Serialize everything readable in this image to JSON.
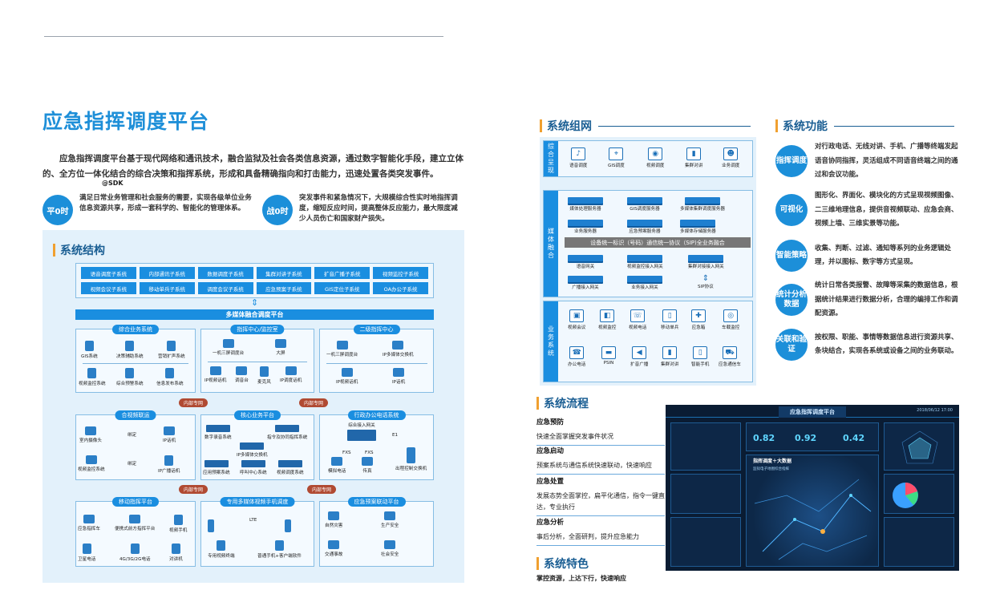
{
  "page": {
    "title": "应急指挥调度平台",
    "intro": "应急指挥调度平台基于现代网络和通讯技术，融合监狱及社会各类信息资源，通过数字智能化手段，建立立体的、全方位一体化结合的综合决策和指挥系统，形成和具备精确指向和打击能力，迅速处置各类突发事件。"
  },
  "modes": [
    {
      "badge": "平0时",
      "text": "满足日常业务管理和社会服务的需要，实现各级单位业务信息资源共享，形成一套科学的、智能化的管理体系。"
    },
    {
      "badge": "战0时",
      "text": "突发事件和紧急情况下，大规模综合性实时地指挥调度，缩短反应时间，提高整体反应能力，最大限度减少人员伤亡和国家财产损失。"
    }
  ],
  "structure": {
    "title": "系统结构",
    "systems": [
      "语音调度子系统",
      "内部通讯子系统",
      "数据调度子系统",
      "集群对讲子系统",
      "扩音广播子系统",
      "视频监控子系统",
      "视频会议子系统",
      "移动单兵子系统",
      "调度会议子系统",
      "应急预案子系统",
      "GIS定位子系统",
      "OA办公子系统"
    ],
    "platform": "多媒体融合调度平台",
    "integrated": {
      "head": "综合业务系统",
      "items": [
        "GIS系统",
        "决策辅助系统",
        "营销扩声系统",
        "视频监控系统",
        "综合预警系统",
        "信息发布系统"
      ]
    },
    "command": {
      "head": "指挥中心/监控室",
      "items": [
        "一机三屏调度台",
        "大屏",
        "IP视频话机",
        "调音台",
        "麦克风",
        "IP调度话机"
      ]
    },
    "secondary": {
      "head": "二级指挥中心",
      "items": [
        "一机三屏调度台",
        "IP多媒体交换机",
        "IP视频话机",
        "IP话机"
      ]
    },
    "net_labels": [
      "内部专网",
      "内部专网",
      "内部专网"
    ],
    "video": {
      "head": "合视频联运",
      "items": [
        "室内摄像头",
        "绑定",
        "IP话机",
        "视频监控系统",
        "绑定",
        "IP广播话机"
      ]
    },
    "core": {
      "head": "核心业务平台",
      "items": [
        "数字录音系统",
        "指令及协同指挥系统",
        "IP多媒体交换机",
        "应用预案系统",
        "呼叫中心系统",
        "视频调度系统"
      ]
    },
    "admin": {
      "head": "行政办公电话系统",
      "items": [
        "综合接入网关",
        "FXS",
        "FXS",
        "E1",
        "模拟电话",
        "传真",
        "出程控制交换机"
      ]
    },
    "mobile": {
      "head": "移动指挥平台",
      "items": [
        "应急指挥车",
        "便携式前方指挥平台",
        "视频手机",
        "卫星电话",
        "4G/3G/2G电话",
        "对讲机"
      ]
    },
    "dedicated": {
      "head": "专用多媒体视频手机调度",
      "items": [
        "LTE",
        "专用视频终端",
        "普通手机+客户端软件"
      ]
    },
    "plan": {
      "head": "应急预案联动平台",
      "items": [
        "自然灾害",
        "生产安全",
        "交通事故",
        "社会安全"
      ]
    }
  },
  "network": {
    "title": "系统组网",
    "sections": {
      "top": "综合呈现",
      "middle": "媒体融合",
      "bottom": "业务系统"
    },
    "present": [
      "语音调度",
      "GIS调度",
      "视频调度",
      "集群对讲",
      "业务调度"
    ],
    "sdk": "@SDK",
    "servers": [
      "媒体处理服务器",
      "GIS调度服务器",
      "多媒体集群调度服务器",
      "业务服务器",
      "应急预案服务器",
      "多媒体存储服务器"
    ],
    "sip": "设备统一标识（号码）通信统一协议（SIP)全业务融合",
    "gateways": [
      "语音网关",
      "视频监控接入网关",
      "集群对接接入网关",
      "广播接入网关",
      "业务接入网关",
      "SIP协议"
    ],
    "business": [
      "视频会议",
      "视频监控",
      "视频电话",
      "移动单兵",
      "应急箱",
      "车载监控",
      "办公电话",
      "PSIN",
      "扩音广播",
      "集群对讲",
      "智能手机",
      "应急通信车"
    ]
  },
  "functions": {
    "title": "系统功能",
    "items": [
      {
        "badge": "指挥调度",
        "text": "对行政电话、无线对讲、手机、广播等终端发起语音协同指挥，灵活组成不同语音终端之间的通过和会议功能。"
      },
      {
        "badge": "可视化",
        "text": "图形化、界面化、模块化的方式呈现视频图像、二三维地理信息，提供音视频联动、应急会商、视频上墙、三维实景等功能。"
      },
      {
        "badge": "智能策略",
        "text": "收集、判断、过滤、通知等系列的业务逻辑处理，并以图标、数字等方式呈现。"
      },
      {
        "badge": "统计分析数据",
        "text": "统计日常各类报警、故障等采集的数据信息，根据统计结果进行数据分析，合理的编排工作和调配资源。"
      },
      {
        "badge": "关联和验证",
        "text": "按权限、职能、事情等数据信息进行资源共享、条块结合，实现各系统或设备之间的业务联动。"
      }
    ]
  },
  "flow": {
    "title": "系统流程",
    "steps": [
      {
        "head": "应急预防",
        "text": "快速全面掌握突发事件状况"
      },
      {
        "head": "应急启动",
        "text": "预案系统与通信系统快速联动，快速响应"
      },
      {
        "head": "应急处置",
        "text": "发展态势全面掌控，扁平化通信，指令一键直达，专业执行"
      },
      {
        "head": "应急分析",
        "text": "事后分析，全面研判，提升应急能力"
      }
    ]
  },
  "features": {
    "title": "系统特色",
    "text": "掌控资源，上达下行，快速响应"
  },
  "dashboard": {
    "title": "应急指挥调度平台",
    "date": "2018/06/12 17:00",
    "metrics": [
      "0.82",
      "0.92",
      "0.42"
    ],
    "headline": "指挥调度＋大数据",
    "sub": "监狱电子地图综合指挥"
  },
  "colors": {
    "accent": "#1c8fd9",
    "heading": "#1a5e93",
    "section_bar": "#f0a030",
    "panel_bg": "#e3f1fb"
  }
}
